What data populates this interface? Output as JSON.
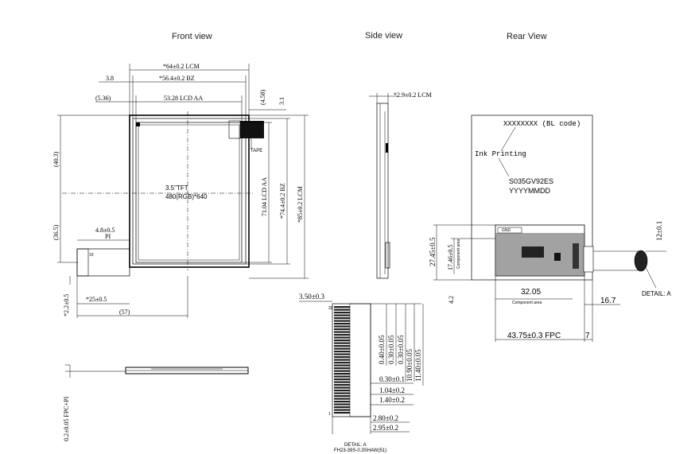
{
  "titles": {
    "front": "Front view",
    "side": "Side  view",
    "rear": "Rear View"
  },
  "front": {
    "lcm_width": "*64±0.2 LCM",
    "bz_width": "*56.4±0.2 BZ",
    "offset_left": "3.8",
    "aa_offset": "(5.36)",
    "aa_width": "53.28 LCD AA",
    "right_offset_1": "(4.58)",
    "right_offset_2": "3.1",
    "tape": "TAPE",
    "type_line1": "3.5\"TFT",
    "type_line2": "480(RGB)*640",
    "aa_height": "71.04 LCD AA",
    "bz_height": "*74.4±0.2 BZ",
    "lcm_height": "*85±0.2 LCM",
    "upper_left": "(40.3)",
    "lower_left": "(36.5)",
    "pi_dim": "4.8±0.5",
    "pi_label": "PI",
    "pin_no": "19",
    "fpc_width": "*25±0.5",
    "fpc_offset_v": "*2.2±0.5",
    "fpc_pos": "(57)",
    "fpc_thickness": "0.2±0.05 FPC+PI"
  },
  "side": {
    "thickness": "*2.9±0.2 LCM"
  },
  "rear": {
    "bl_code": "XXXXXXXX (BL code)",
    "ink": "Ink Printing",
    "model": "S035GV92ES",
    "date": "YYYYMMDD",
    "gnd": "GND",
    "comp_h": "27.45±0.5",
    "comp_h2": "17.46±0.5",
    "component_area": "Component area",
    "dim_42": "4.2",
    "dim_3205": "32.05",
    "dim_167": "16.7",
    "fpc_len": "43.75±0.3 FPC",
    "dim_7": "7",
    "dim_12": "12±0.1",
    "detail": "DETAIL: A"
  },
  "detail": {
    "d350": "3.50±0.3",
    "pin39": "39",
    "pin1": "1",
    "d040": "0.40±0.05",
    "d030a": "0.30±0.05",
    "d030b": "0.30±0.05",
    "d1090": "10.90±0.05",
    "d1140": "11.40±0.05",
    "d030c": "0.30±0.1",
    "d104": "1.04±0.2",
    "d140": "1.40±0.2",
    "d280": "2.80±0.2",
    "d295": "2.95±0.2",
    "caption1": "DETAIL: A",
    "caption2": "FH23-39S-0.3SHAW(51)"
  }
}
